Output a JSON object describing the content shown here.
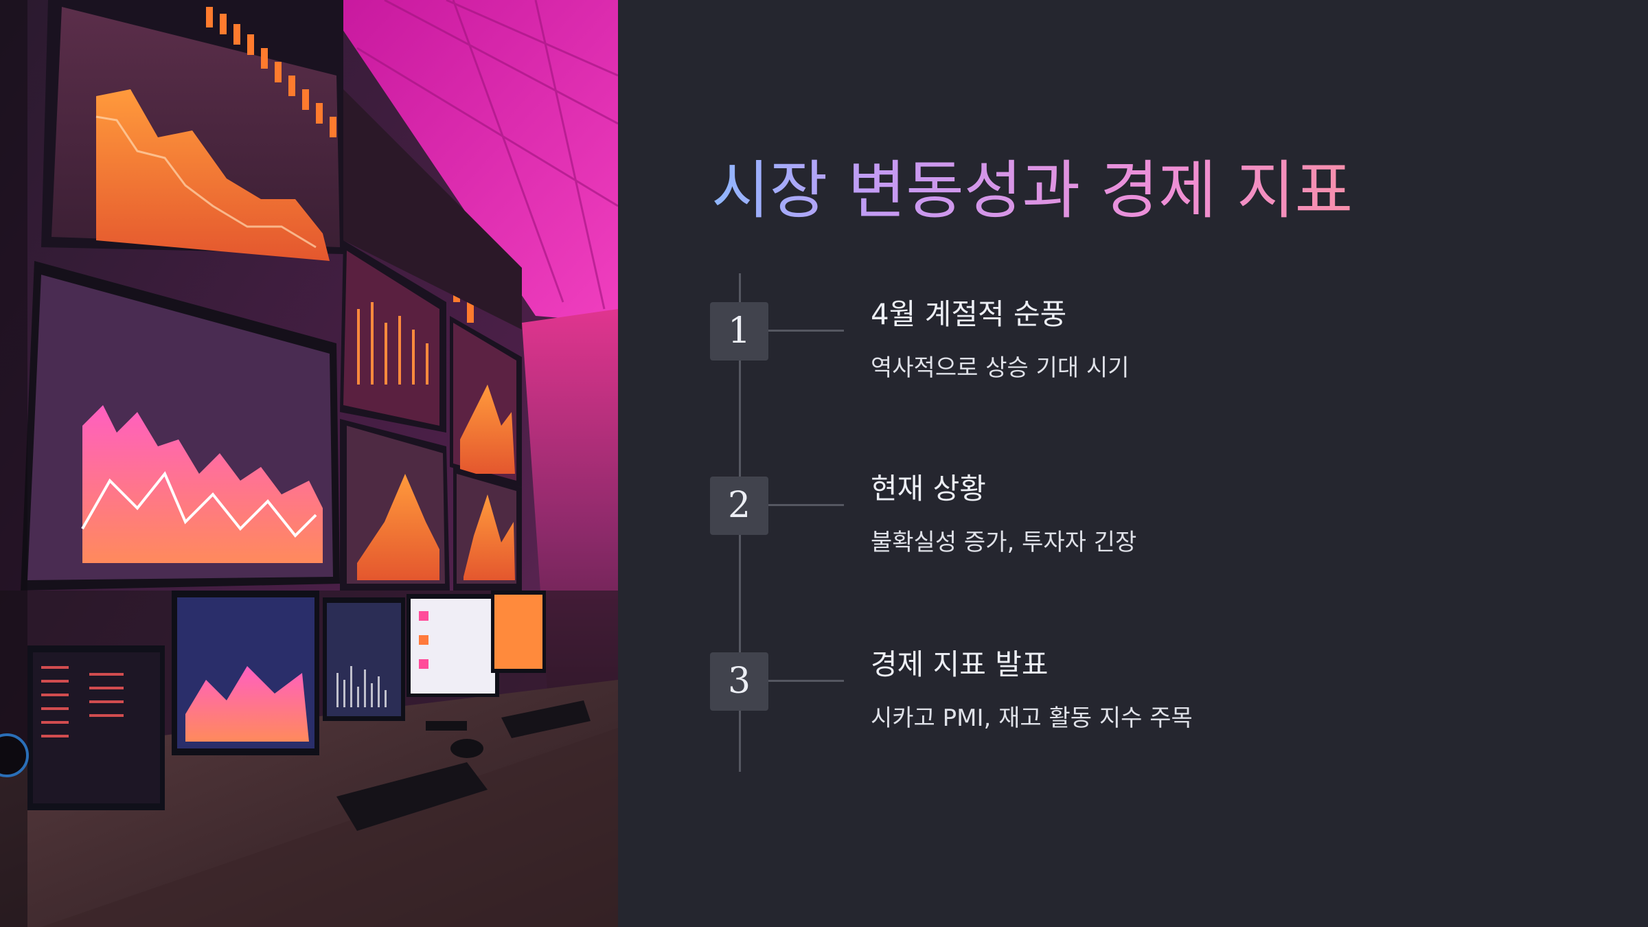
{
  "slide": {
    "title": "시장 변동성과 경제 지표",
    "title_gradient": [
      "#8fb7ff",
      "#c49bf3",
      "#ee8fd7",
      "#ff8f80"
    ],
    "background": "#25262f",
    "accent_box": "#41434d",
    "line_color": "#555761"
  },
  "image": {
    "subject": "trading-room-monitors-photo"
  },
  "steps": [
    {
      "number": "1",
      "title": "4월 계절적 순풍",
      "description": "역사적으로 상승 기대 시기"
    },
    {
      "number": "2",
      "title": "현재 상황",
      "description": "불확실성 증가, 투자자 긴장"
    },
    {
      "number": "3",
      "title": "경제 지표 발표",
      "description": "시카고 PMI, 재고 활동 지수 주목"
    }
  ]
}
